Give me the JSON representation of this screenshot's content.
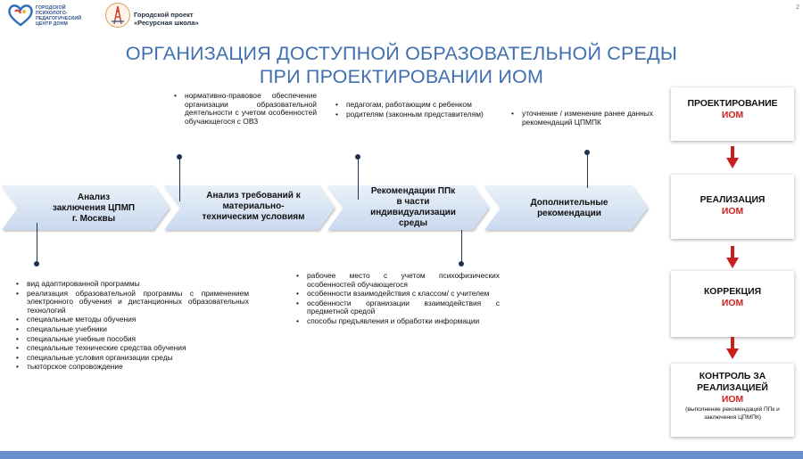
{
  "header": {
    "logo1_lines": [
      "ГОРОДСКОЙ",
      "ПСИХОЛОГО-",
      "ПЕДАГОГИЧЕСКИЙ",
      "ЦЕНТР ДОНМ"
    ],
    "logo2_lines": [
      "Городской проект",
      "«Ресурсная школа»"
    ],
    "page_number": "2"
  },
  "title": {
    "line1": "ОРГАНИЗАЦИЯ ДОСТУПНОЙ ОБРАЗОВАТЕЛЬНОЙ СРЕДЫ",
    "line2": "ПРИ ПРОЕКТИРОВАНИИ ИОМ"
  },
  "flow": [
    {
      "lines": [
        "Анализ",
        "заключения ЦПМП",
        "г. Москвы"
      ]
    },
    {
      "lines": [
        "Анализ требований к",
        "материально-",
        "техническим условиям"
      ]
    },
    {
      "lines": [
        "Рекомендации ППк",
        "в части",
        "индивидуализации",
        "среды"
      ]
    },
    {
      "lines": [
        "Дополнительные",
        "рекомендации"
      ]
    }
  ],
  "notes_top": {
    "col2": [
      "нормативно-правовое обеспечение организации образовательной деятельности с учетом особенностей обучающегося с ОВЗ"
    ],
    "col3": [
      "педагогам, работающим с ребенком",
      "родителям (законным представителям)"
    ],
    "col4": [
      "уточнение / изменение ранее данных рекомендаций ЦПМПК"
    ]
  },
  "notes_bottom": {
    "col1": [
      "вид адаптированной программы",
      "реализация образовательной программы с применением электронного обучения и дистанционных образовательных технологий",
      "специальные методы обучения",
      "специальные учебники",
      "специальные учебные пособия",
      "специальные технические средства обучения",
      "специальные условия организации среды",
      "тьюторское сопровождение"
    ],
    "col3": [
      "рабочее место с учетом психофизических особенностей обучающегося",
      "особенности взаимодействия с классом/ с учителем",
      "особенности организации взаимодействия с предметной средой",
      "способы предъявления и обработки информации"
    ]
  },
  "stages": [
    {
      "label": "ПРОЕКТИРОВАНИЕ",
      "accent": "ИОМ",
      "note": ""
    },
    {
      "label": "РЕАЛИЗАЦИЯ",
      "accent": "ИОМ",
      "note": ""
    },
    {
      "label": "КОРРЕКЦИЯ",
      "accent": "ИОМ",
      "note": ""
    },
    {
      "label": "КОНТРОЛЬ ЗА РЕАЛИЗАЦИЕЙ",
      "accent": "ИОМ",
      "note": "(выполнение рекомендаций ППк и заключения ЦПМПК)"
    }
  ],
  "colors": {
    "title": "#3f6fb0",
    "accent_red": "#d0201b",
    "chevron_fill": "#d6e3f3",
    "footer_band": "#6a8ecb"
  }
}
